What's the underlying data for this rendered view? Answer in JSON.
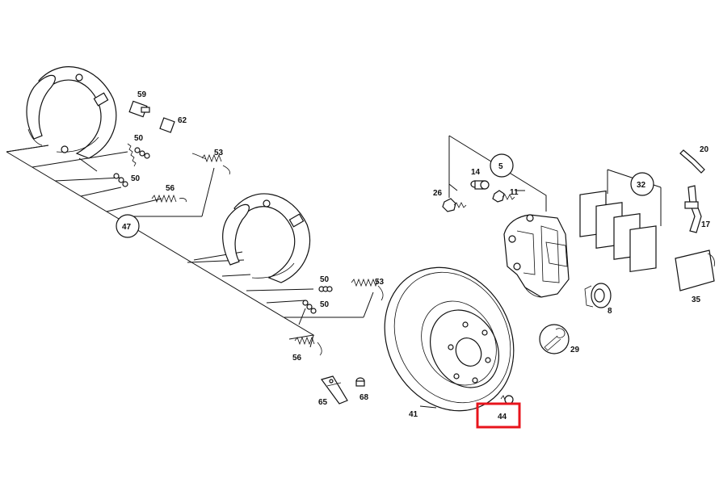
{
  "diagram": {
    "highlight_color": "#e8141c",
    "highlighted_callout": "44",
    "callouts": {
      "c59": "59",
      "c62": "62",
      "c50a": "50",
      "c50b": "50",
      "c53a": "53",
      "c56a": "56",
      "c47": "47",
      "c50c": "50",
      "c50d": "50",
      "c53b": "53",
      "c56b": "56",
      "c65": "65",
      "c68": "68",
      "c41": "41",
      "c44": "44",
      "c26": "26",
      "c14": "14",
      "c11": "11",
      "c5": "5",
      "c32": "32",
      "c20": "20",
      "c17": "17",
      "c35": "35",
      "c8": "8",
      "c29": "29"
    }
  }
}
